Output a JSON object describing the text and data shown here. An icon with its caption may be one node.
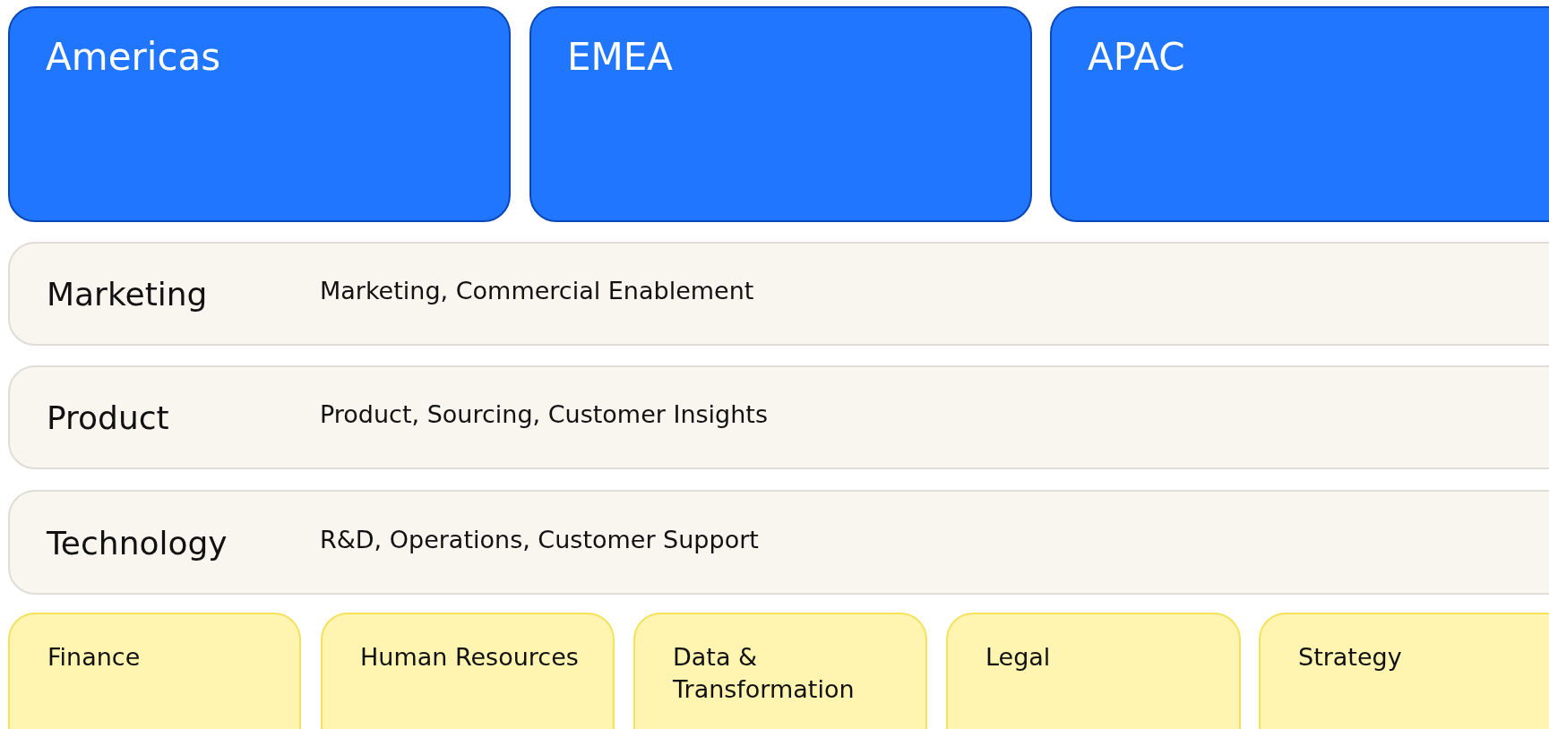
{
  "diagram": {
    "nodes": [
      {
        "text": [
          "Americas"
        ]
      },
      {
        "text": [
          "EMEA"
        ]
      },
      {
        "text": [
          "APAC"
        ]
      },
      {
        "text": [
          "Marketing",
          "Marketing, Commercial Enablement"
        ]
      },
      {
        "text": [
          "Product",
          "Product, Sourcing, Customer Insights"
        ]
      },
      {
        "text": [
          "Technology",
          "R&D, Operations, Customer Support"
        ]
      },
      {
        "text": [
          "Finance"
        ]
      },
      {
        "text": [
          "Human Resources"
        ]
      },
      {
        "text": [
          "Data & Transformation"
        ]
      },
      {
        "text": [
          "Legal"
        ]
      },
      {
        "text": [
          "Strategy"
        ]
      }
    ]
  }
}
